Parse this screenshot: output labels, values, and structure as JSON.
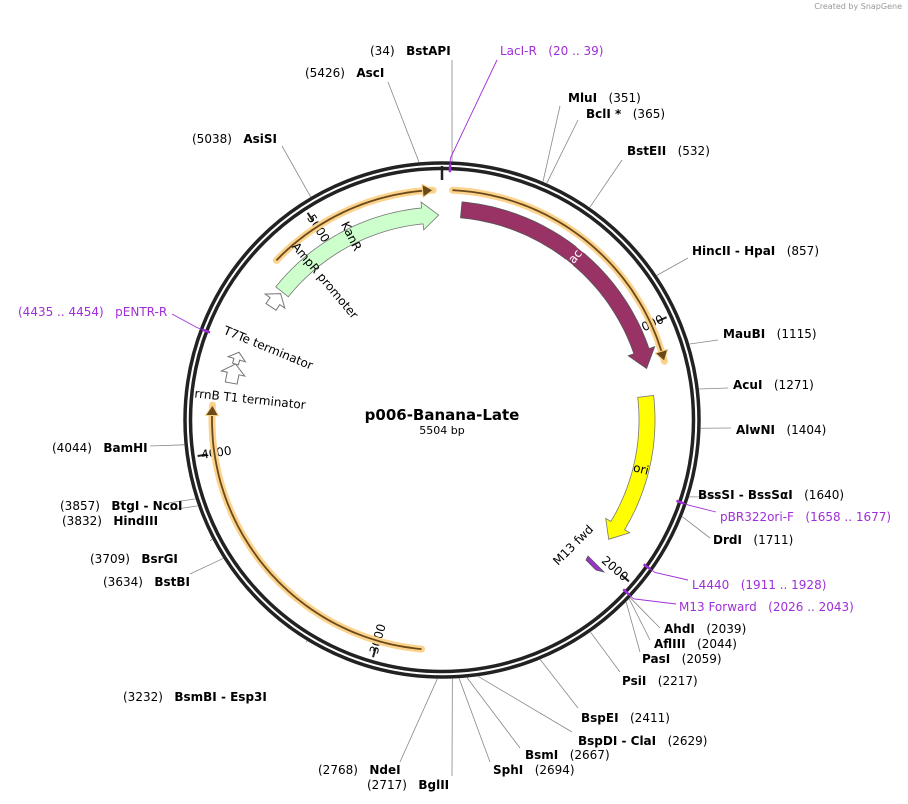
{
  "watermark": "Created by SnapGene",
  "plasmid": {
    "name": "p006-Banana-Late",
    "size_label": "5504 bp",
    "length": 5504
  },
  "ticks": [
    "1000",
    "2000",
    "3000",
    "4000",
    "5000"
  ],
  "enzymes": [
    {
      "name": "BstAPI",
      "pos": "(34)"
    },
    {
      "name": "AscI",
      "pos": "(5426)"
    },
    {
      "name": "MluI",
      "pos": "(351)"
    },
    {
      "name": "BclI *",
      "pos": "(365)"
    },
    {
      "name": "BstEII",
      "pos": "(532)"
    },
    {
      "name": "HincII  -  HpaI",
      "pos": "(857)"
    },
    {
      "name": "MauBI",
      "pos": "(1115)"
    },
    {
      "name": "AcuI",
      "pos": "(1271)"
    },
    {
      "name": "AlwNI",
      "pos": "(1404)"
    },
    {
      "name": "BssSI  -  BssSαI",
      "pos": "(1640)"
    },
    {
      "name": "DrdI",
      "pos": "(1711)"
    },
    {
      "name": "AhdI",
      "pos": "(2039)"
    },
    {
      "name": "AflIII",
      "pos": "(2044)"
    },
    {
      "name": "PasI",
      "pos": "(2059)"
    },
    {
      "name": "PsiI",
      "pos": "(2217)"
    },
    {
      "name": "BspEI",
      "pos": "(2411)"
    },
    {
      "name": "BspDI  -  ClaI",
      "pos": "(2629)"
    },
    {
      "name": "BsmI",
      "pos": "(2667)"
    },
    {
      "name": "SphI",
      "pos": "(2694)"
    },
    {
      "name": "BglII",
      "pos": "(2717)"
    },
    {
      "name": "NdeI",
      "pos": "(2768)"
    },
    {
      "name": "BsmBI  -  Esp3I",
      "pos": "(3232)"
    },
    {
      "name": "BstBI",
      "pos": "(3634)"
    },
    {
      "name": "BsrGI",
      "pos": "(3709)"
    },
    {
      "name": "HindIII",
      "pos": "(3832)"
    },
    {
      "name": "BtgI  -  NcoI",
      "pos": "(3857)"
    },
    {
      "name": "BamHI",
      "pos": "(4044)"
    },
    {
      "name": "AsiSI",
      "pos": "(5038)"
    }
  ],
  "primers": [
    {
      "name": "LacI-R",
      "range": "(20 .. 39)"
    },
    {
      "name": "pBR322ori-F",
      "range": "(1658 .. 1677)"
    },
    {
      "name": "L4440",
      "range": "(1911 .. 1928)"
    },
    {
      "name": "M13 Forward",
      "range": "(2026 .. 2043)"
    },
    {
      "name": "pENTR-R",
      "range": "(4435 .. 4454)"
    }
  ],
  "features": [
    {
      "name": "lacI",
      "color": "#993366"
    },
    {
      "name": "ori",
      "color": "#ffff00"
    },
    {
      "name": "KanR",
      "color": "#ccffcc"
    },
    {
      "name": "AmpR promoter",
      "color": "#ffffff"
    },
    {
      "name": "T7Te terminator",
      "color": "#ffffff"
    },
    {
      "name": "rrnB T1 terminator",
      "color": "#ffffff"
    },
    {
      "name": "M13 fwd",
      "color": "#9933cc"
    }
  ],
  "colors": {
    "primer": "#a02ed8",
    "orf": "#f5b041",
    "backbone": "#222222"
  }
}
